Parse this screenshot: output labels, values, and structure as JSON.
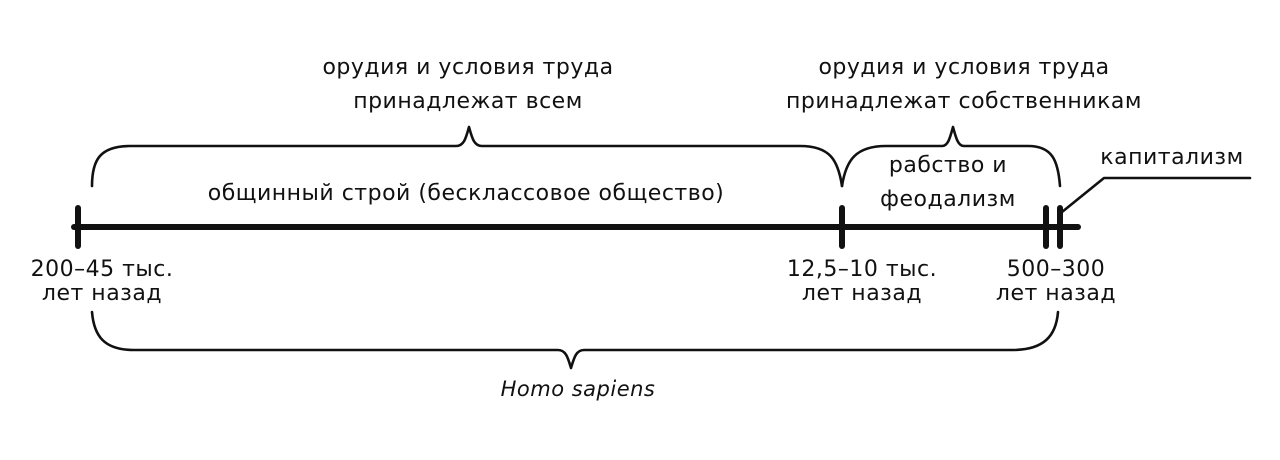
{
  "top_braces": {
    "common": {
      "line1": "орудия и условия труда",
      "line2": "принадлежат всем"
    },
    "owners": {
      "line1": "орудия и условия труда",
      "line2": "принадлежат собственникам"
    }
  },
  "eras": {
    "communal": "общинный строй (бесклассовое общество)",
    "slavery_line1": "рабство и",
    "slavery_line2": "феодализм",
    "capitalism": "капитализм"
  },
  "ticks": {
    "start": {
      "line1": "200–45 тыс.",
      "line2": "лет назад"
    },
    "middle": {
      "line1": "12,5–10 тыс.",
      "line2": "лет назад"
    },
    "recent": {
      "line1": "500–300",
      "line2": "лет назад"
    }
  },
  "species": "Homo sapiens",
  "colors": {
    "ink": "#111111",
    "background": "#ffffff"
  }
}
